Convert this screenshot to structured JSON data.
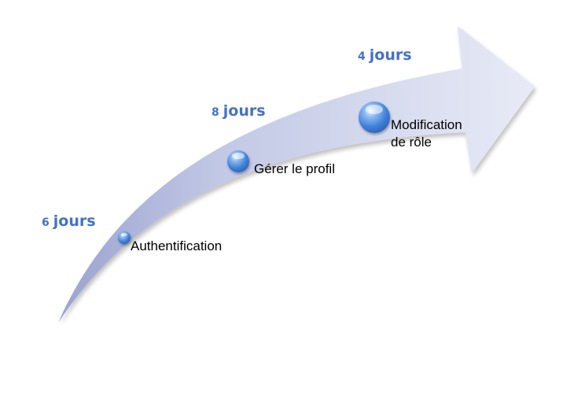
{
  "colors": {
    "duration_text": "#4472c4",
    "arrow_light": "#e6e9f5",
    "arrow_dark": "#b7bfe0",
    "bubble": "#3f7fd9",
    "label_text": "#000000"
  },
  "steps": [
    {
      "label": "Authentification",
      "duration_number": "6",
      "duration_unit": "jours"
    },
    {
      "label": "Gérer le profil",
      "duration_number": "8",
      "duration_unit": "jours"
    },
    {
      "label_line1": "Modification",
      "label_line2": "de rôle",
      "duration_number": "4",
      "duration_unit": "jours"
    }
  ]
}
